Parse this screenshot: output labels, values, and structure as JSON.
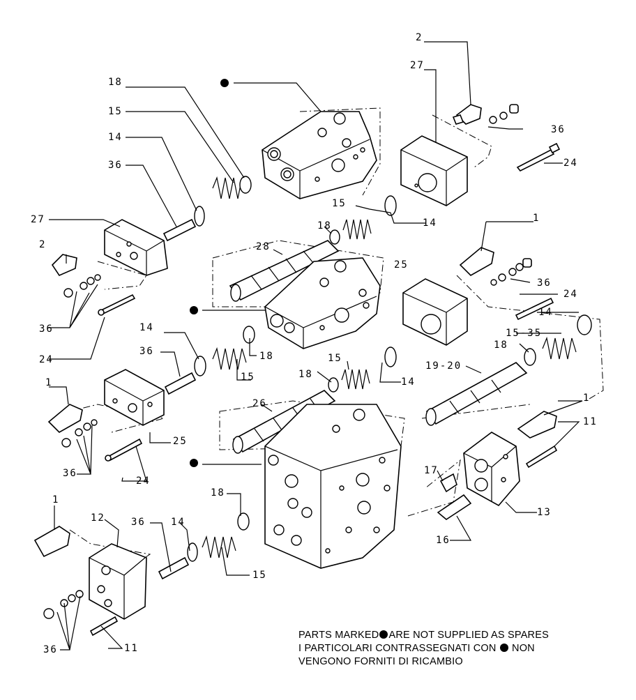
{
  "labels": {
    "bullet_mark": "●",
    "l_18_a": "18",
    "l_15_a": "15",
    "l_14_a": "14",
    "l_36_a": "36",
    "l_27_a": "27",
    "l_2_a": "2",
    "l_36_b": "36",
    "l_24_a": "24",
    "l_2_b": "2",
    "l_27_b": "27",
    "l_36_c": "36",
    "l_24_b": "24",
    "l_15_b": "15",
    "l_14_b": "14",
    "l_18_b": "18",
    "l_28": "28",
    "l_1_a": "1",
    "l_25_a": "25",
    "l_36_d": "36",
    "l_24_c": "24",
    "l_14_c": "14",
    "l_15_35": "15-35",
    "l_18_c": "18",
    "l_14_d": "14",
    "l_36_e": "36",
    "l_18_d": "18",
    "l_15_c": "15",
    "l_15_d": "15",
    "l_14_e": "14",
    "l_18_e": "18",
    "l_19_20": "19-20",
    "l_26": "26",
    "l_1_b": "1",
    "l_25_b": "25",
    "l_36_f": "36",
    "l_24_d": "24",
    "l_1_c": "1",
    "l_11_a": "11",
    "l_17": "17",
    "l_13": "13",
    "l_16": "16",
    "l_18_f": "18",
    "l_1_d": "1",
    "l_12": "12",
    "l_36_g": "36",
    "l_14_f": "14",
    "l_15_e": "15",
    "l_36_h": "36",
    "l_11_b": "11"
  },
  "note": {
    "line1_before": "PARTS MARKED",
    "line1_after": "ARE NOT SUPPLIED AS SPARES",
    "line2_before": "I PARTICOLARI CONTRASSEGNATI CON",
    "line2_after": "NON",
    "line3": "VENGONO FORNITI DI RICAMBIO"
  }
}
